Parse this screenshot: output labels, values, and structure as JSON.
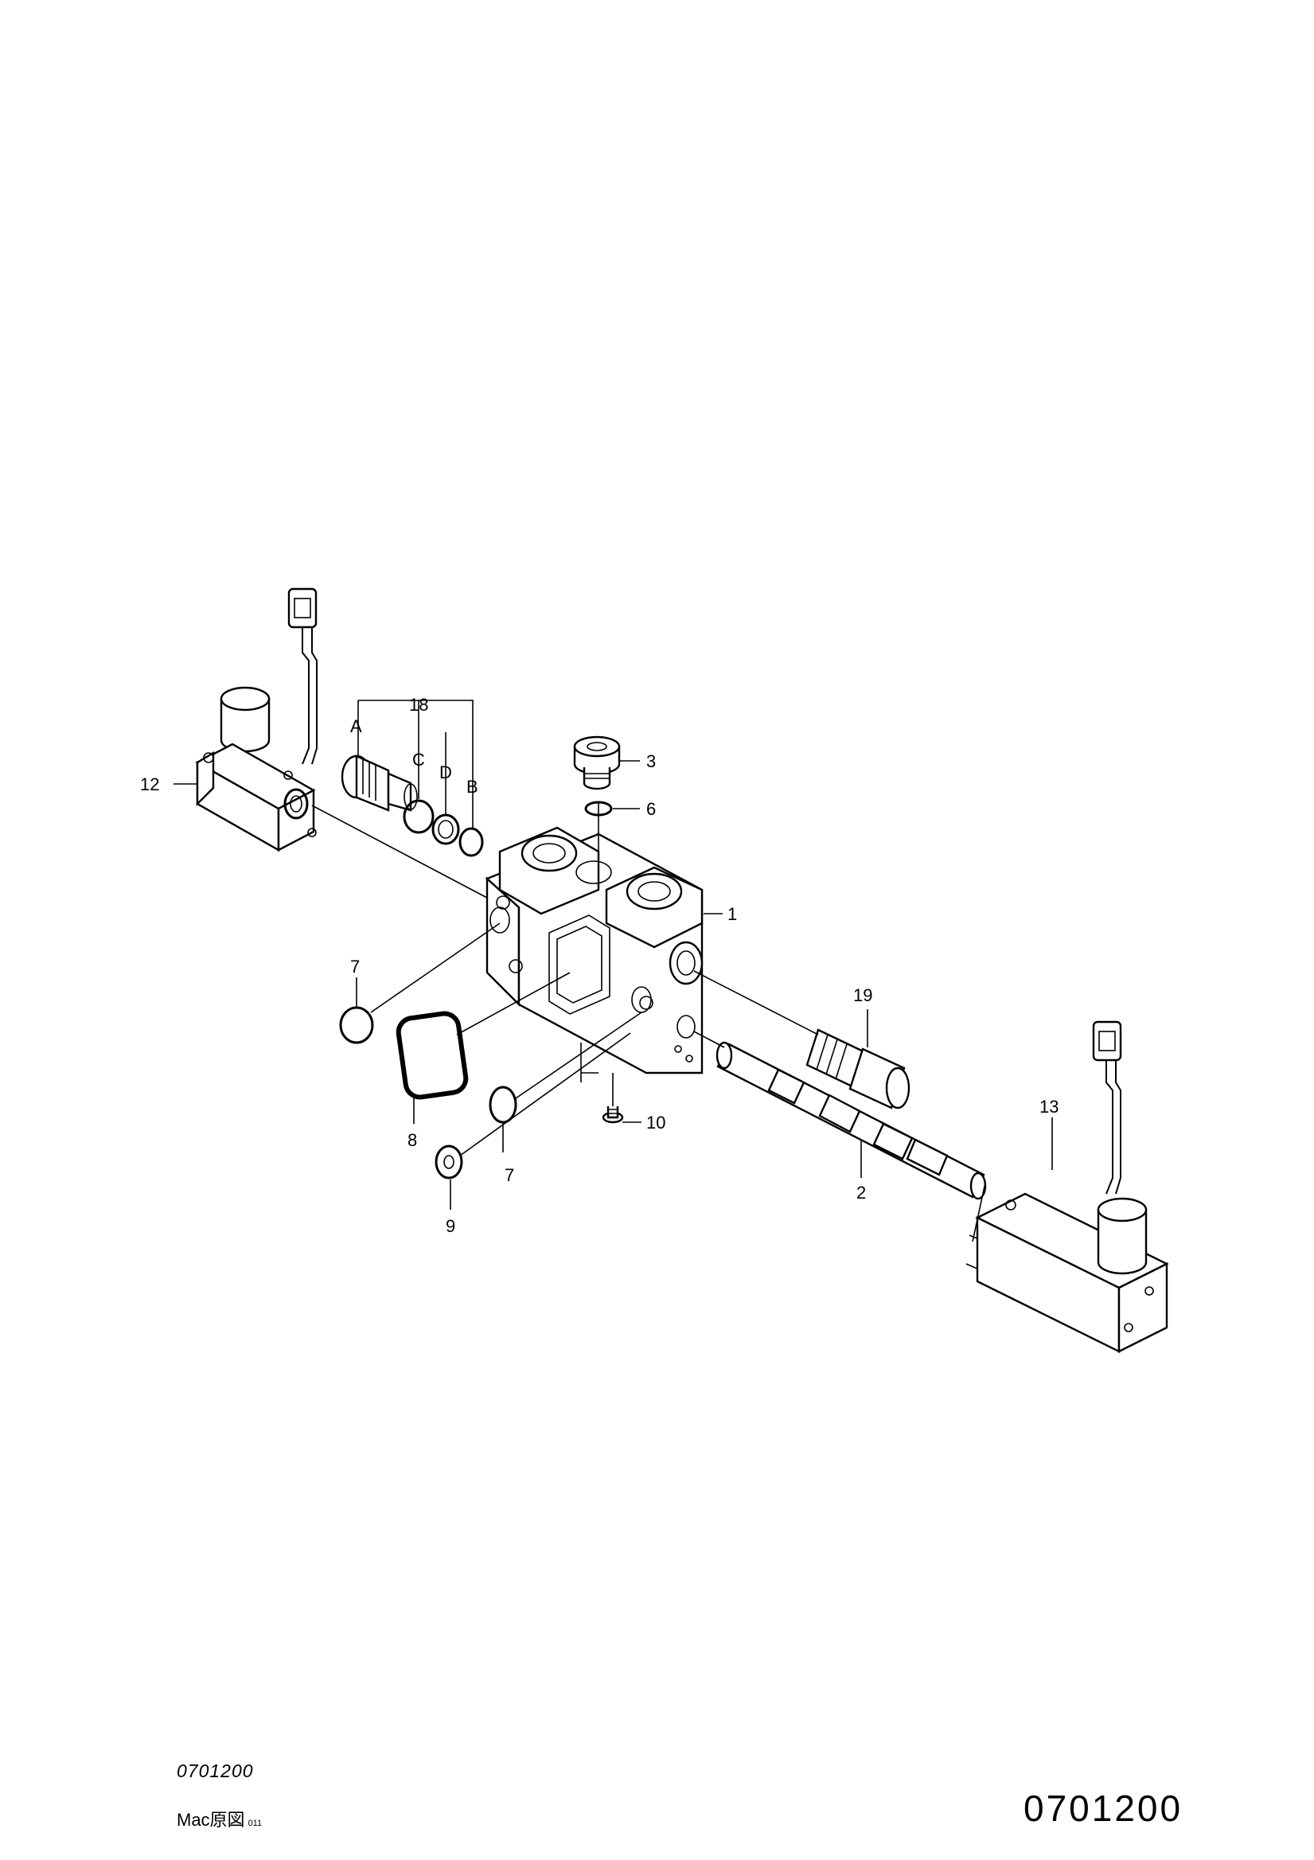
{
  "diagram": {
    "callouts": {
      "c1": "1",
      "c2": "2",
      "c3": "3",
      "c6": "6",
      "c7a": "7",
      "c7b": "7",
      "c8": "8",
      "c9": "9",
      "c10": "10",
      "c12": "12",
      "c13": "13",
      "c18": "18",
      "c19": "19",
      "cA": "A",
      "cB": "B",
      "cC": "C",
      "cD": "D"
    }
  },
  "footer": {
    "drawing_code": "0701200",
    "origin_note": "Mac原図",
    "origin_suffix": "011",
    "page_number": "0701200"
  }
}
